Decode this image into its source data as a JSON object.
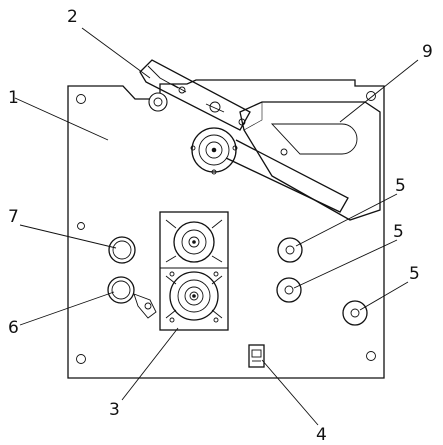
{
  "callouts": [
    {
      "id": "c1",
      "label": "1"
    },
    {
      "id": "c2",
      "label": "2"
    },
    {
      "id": "c3",
      "label": "3"
    },
    {
      "id": "c4",
      "label": "4"
    },
    {
      "id": "c5a",
      "label": "5"
    },
    {
      "id": "c5b",
      "label": "5"
    },
    {
      "id": "c5c",
      "label": "5"
    },
    {
      "id": "c6",
      "label": "6"
    },
    {
      "id": "c7",
      "label": "7"
    },
    {
      "id": "c9",
      "label": "9"
    }
  ],
  "colors": {
    "line": "#111111",
    "background": "#ffffff"
  }
}
